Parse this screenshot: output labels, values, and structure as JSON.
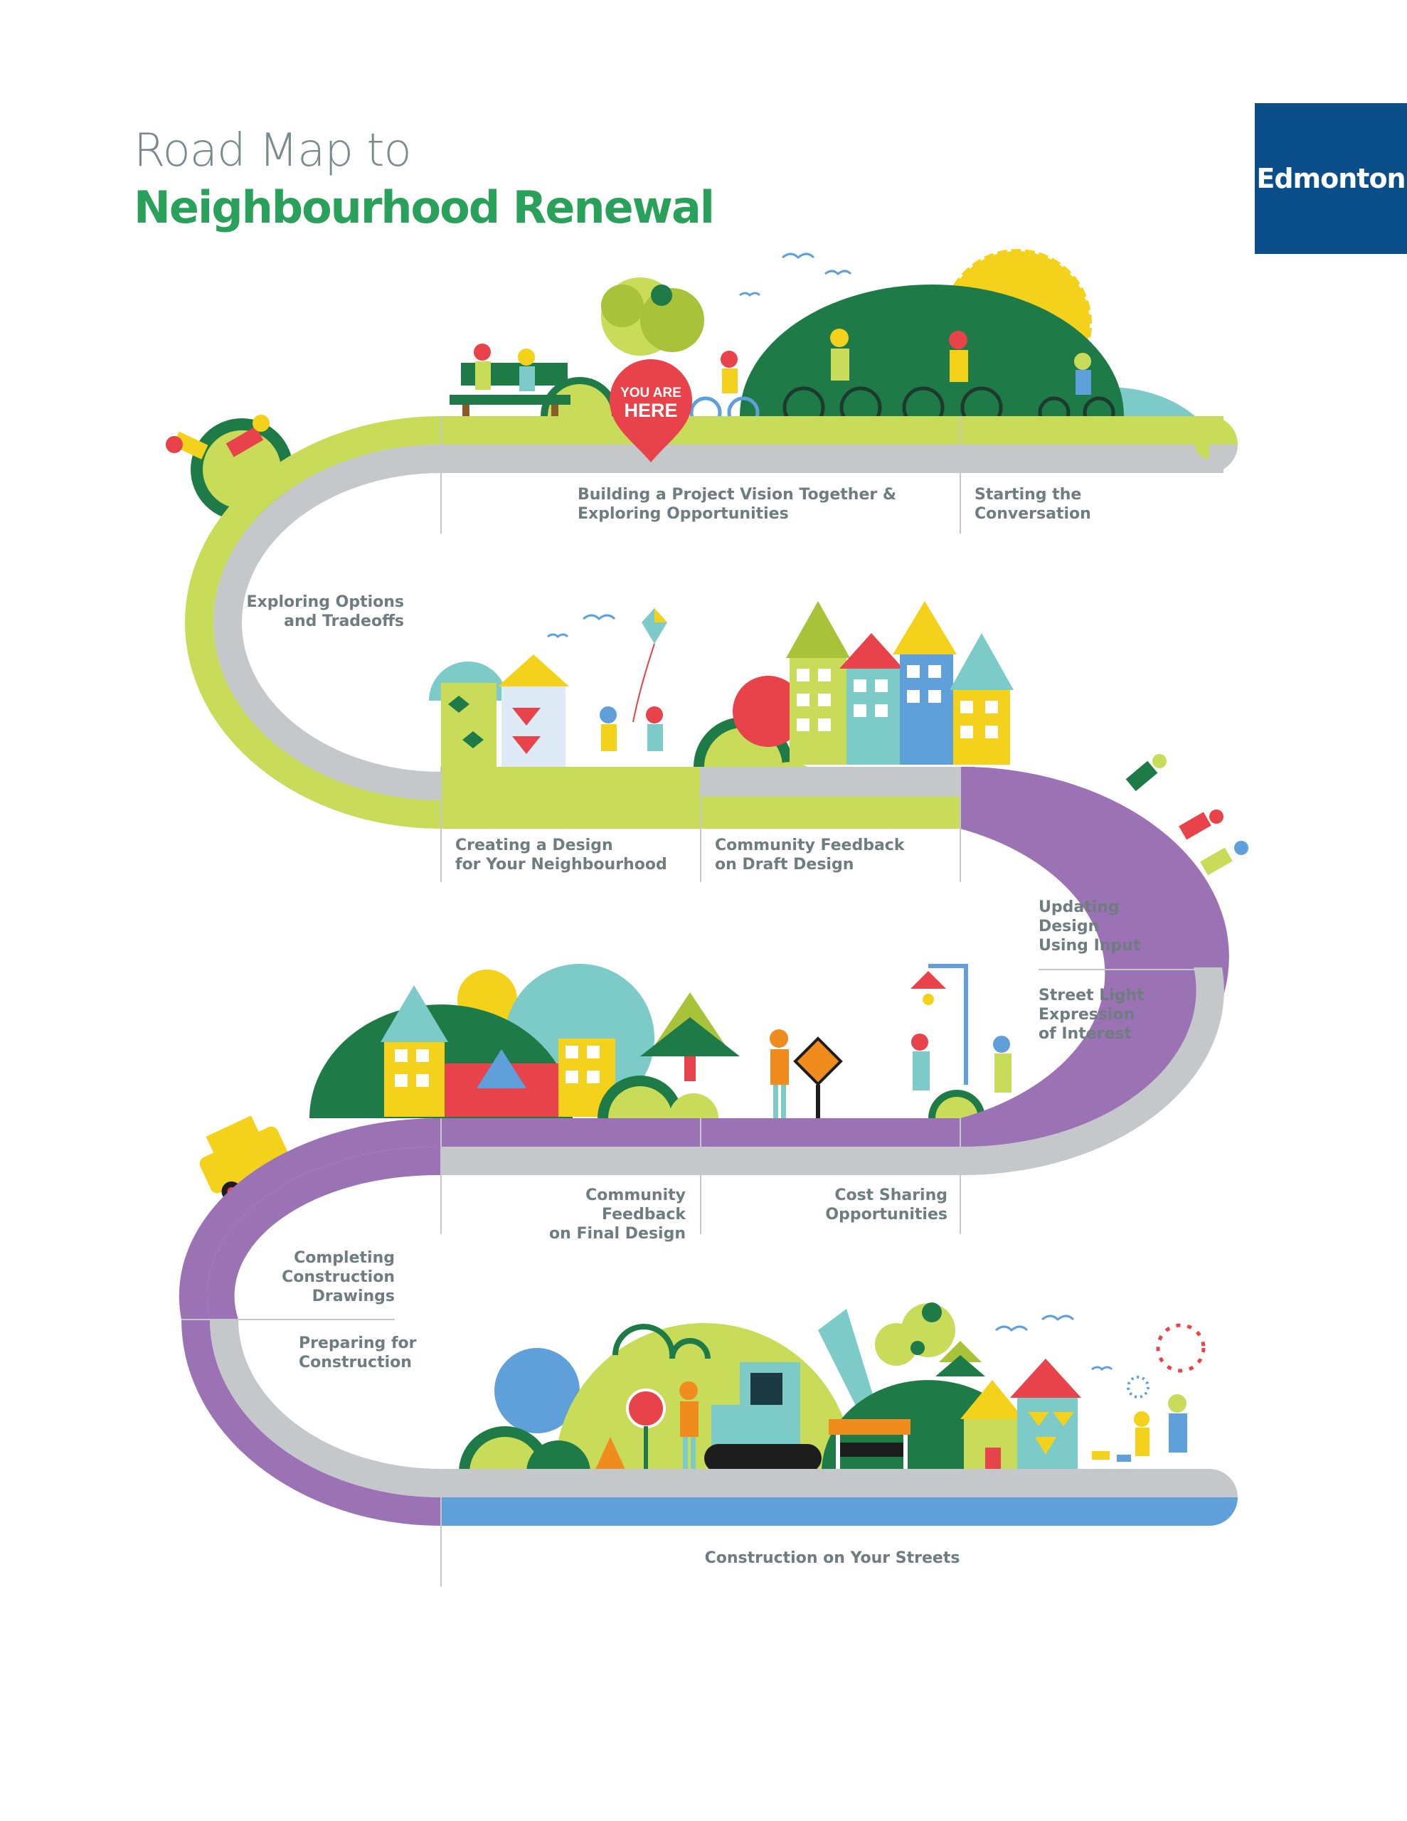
{
  "header": {
    "title_line1": "Road Map to",
    "title_line2": "Neighbourhood Renewal",
    "logo_text": "Edmonton"
  },
  "marker": {
    "line1": "YOU ARE",
    "line2": "HERE"
  },
  "stages": {
    "starting_conversation": "Starting the\nConversation",
    "building_vision": "Building a Project Vision Together &\nExploring Opportunities",
    "exploring_options": "Exploring Options\nand Tradeoffs",
    "creating_design": "Creating a Design\nfor Your Neighbourhood",
    "feedback_draft": "Community Feedback\non Draft Design",
    "updating_design": "Updating\nDesign\nUsing Input",
    "street_light": "Street Light\nExpression\nof Interest",
    "cost_sharing": "Cost Sharing\nOpportunities",
    "feedback_final": "Community Feedback\non Final Design",
    "completing_drawings": "Completing\nConstruction\nDrawings",
    "preparing_construction": "Preparing for\nConstruction",
    "construction_streets": "Construction on Your Streets"
  },
  "colors": {
    "lime": "#c8dc5a",
    "grey": "#c4c8ca",
    "purple": "#9b72b4",
    "blue": "#5fa0da",
    "dark_green": "#1e7a46",
    "red": "#e8424a",
    "yellow": "#f4d21c",
    "teal": "#7ccbc9",
    "logo_blue": "#0b4f8a",
    "title_green": "#2aa15a"
  }
}
